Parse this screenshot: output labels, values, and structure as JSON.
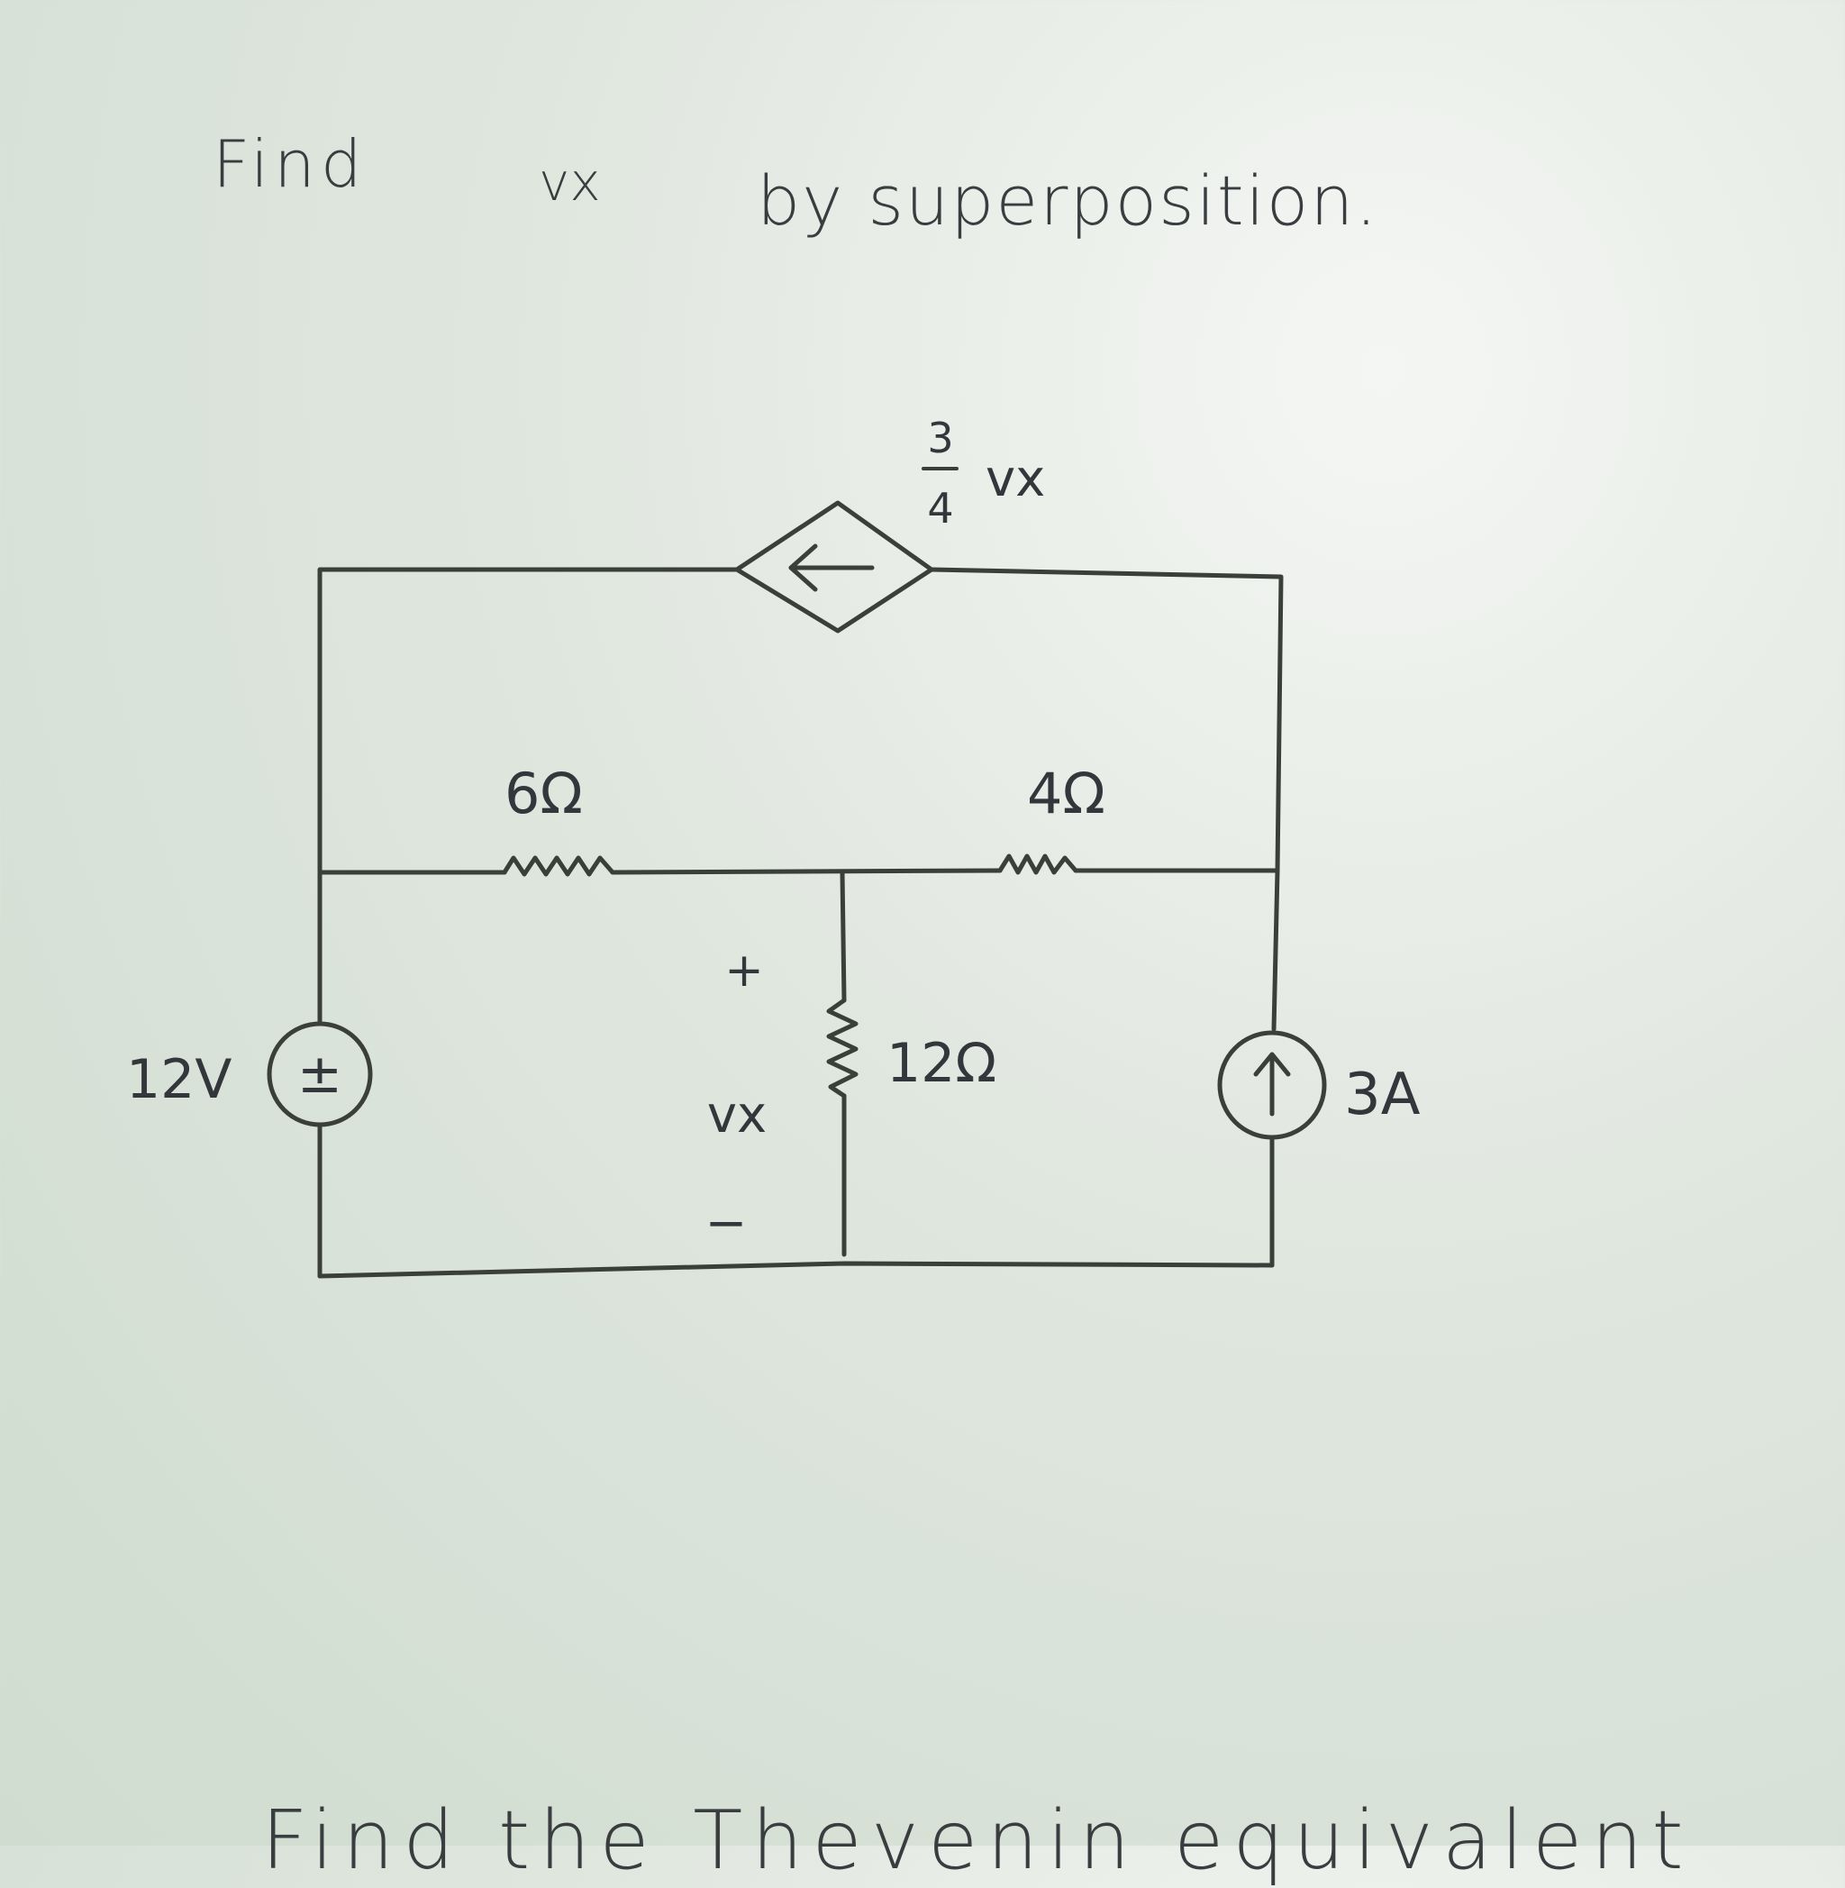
{
  "problem": {
    "find_word": "Find",
    "variable": "vx",
    "rest": "by superposition."
  },
  "circuit": {
    "dependent_source": {
      "numerator": "3",
      "denominator": "4",
      "variable": "vx"
    },
    "resistor_left": "6Ω",
    "resistor_right": "4Ω",
    "resistor_middle": "12Ω",
    "voltage_source": "12V",
    "current_source": "3A",
    "vx_plus": "+",
    "vx_label": "vx",
    "vx_minus": "−"
  },
  "bottom_text": "Find the Thevenin equivalent"
}
